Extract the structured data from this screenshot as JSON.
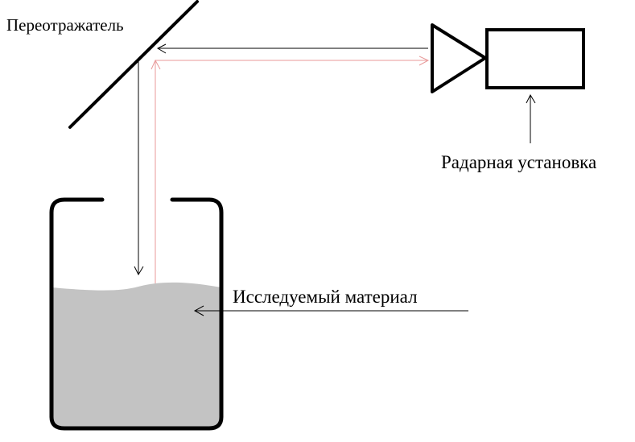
{
  "labels": {
    "reflector": "Переотражатель",
    "radar": "Радарная установка",
    "material": "Исследуемый материал"
  },
  "colors": {
    "outgoing_beam": "#e89a9a",
    "return_beam": "#000000",
    "material_fill": "#c3c3c3",
    "outline": "#000000"
  }
}
